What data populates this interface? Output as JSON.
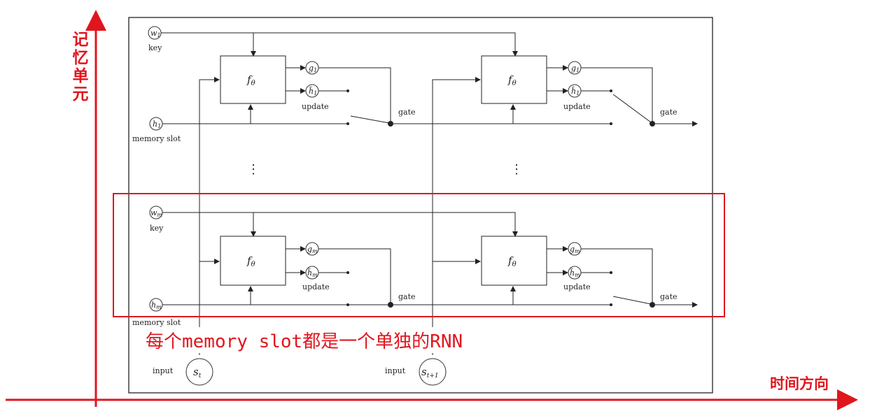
{
  "axes": {
    "y_label": "记忆单元",
    "x_label": "时间方向"
  },
  "caption": "每个memory slot都是一个单独的RNN",
  "labels": {
    "key": "key",
    "memory_slot": "memory slot",
    "update": "update",
    "gate": "gate",
    "input": "input"
  },
  "symbols": {
    "w1": "w",
    "w1_sub": "1",
    "wm": "w",
    "wm_sub": "m",
    "h1": "h",
    "h1_sub": "1",
    "hm": "h",
    "hm_sub": "m",
    "g1": "g",
    "g1_sub": "1",
    "gm": "g",
    "gm_sub": "m",
    "h1_tilde": "h̃",
    "h1_tilde_sub": "1",
    "hm_tilde": "h̃",
    "hm_tilde_sub": "m",
    "f_theta": "f",
    "f_theta_sub": "θ",
    "s_t": "s",
    "s_t_sub": "t",
    "s_t1": "s",
    "s_t1_sub": "t+1",
    "vdots": "⋮"
  },
  "colors": {
    "accent": "#e0161e",
    "line": "#222222"
  }
}
